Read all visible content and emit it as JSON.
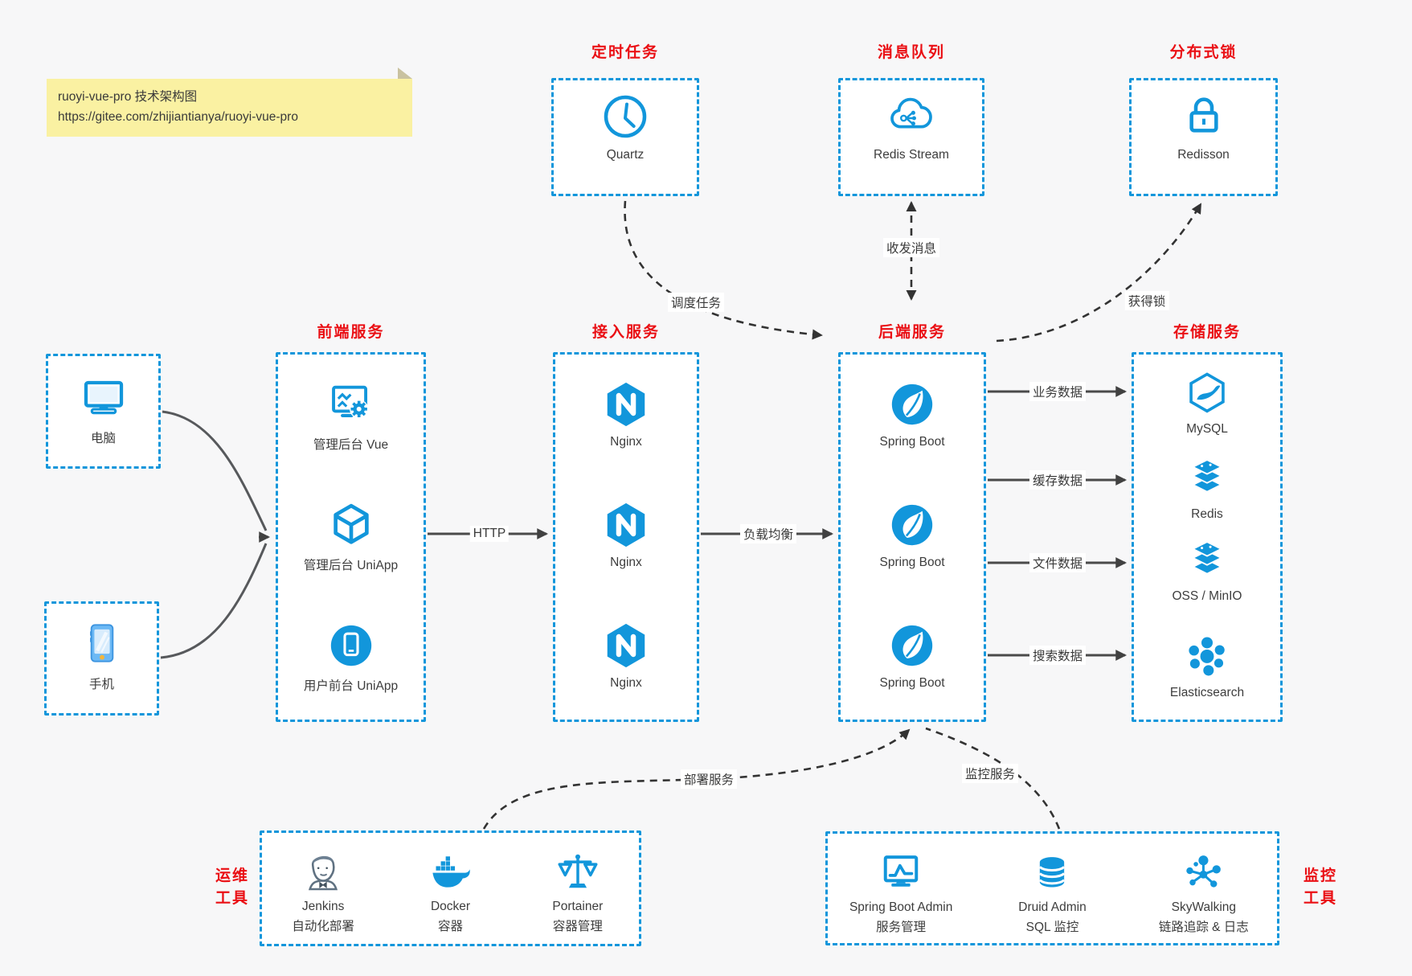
{
  "note": {
    "title": "ruoyi-vue-pro 技术架构图",
    "url": "https://gitee.com/zhijiantianya/ruoyi-vue-pro"
  },
  "colors": {
    "accent_blue": "#1296db",
    "title_red": "#ea0f14",
    "arrow_gray": "#4a4a4a",
    "dashed_dark": "#333333",
    "background": "#f7f7f8",
    "note_yellow": "#faf1a2"
  },
  "clients": {
    "pc": "电脑",
    "phone": "手机"
  },
  "scheduled": {
    "title": "定时任务",
    "item": "Quartz"
  },
  "mq": {
    "title": "消息队列",
    "item": "Redis Stream"
  },
  "lock": {
    "title": "分布式锁",
    "item": "Redisson"
  },
  "frontend": {
    "title": "前端服务",
    "items": [
      {
        "label": "管理后台 Vue"
      },
      {
        "label": "管理后台 UniApp"
      },
      {
        "label": "用户前台 UniApp"
      }
    ]
  },
  "gateway": {
    "title": "接入服务",
    "items": [
      {
        "label": "Nginx"
      },
      {
        "label": "Nginx"
      },
      {
        "label": "Nginx"
      }
    ]
  },
  "backend": {
    "title": "后端服务",
    "items": [
      {
        "label": "Spring Boot"
      },
      {
        "label": "Spring Boot"
      },
      {
        "label": "Spring Boot"
      }
    ]
  },
  "storage": {
    "title": "存储服务",
    "items": [
      {
        "label": "MySQL"
      },
      {
        "label": "Redis"
      },
      {
        "label": "OSS / MinIO"
      },
      {
        "label": "Elasticsearch"
      }
    ]
  },
  "devops": {
    "title_line1": "运维",
    "title_line2": "工具",
    "items": [
      {
        "name": "Jenkins",
        "desc": "自动化部署"
      },
      {
        "name": "Docker",
        "desc": "容器"
      },
      {
        "name": "Portainer",
        "desc": "容器管理"
      }
    ]
  },
  "monitoring": {
    "title_line1": "监控",
    "title_line2": "工具",
    "items": [
      {
        "name": "Spring Boot Admin",
        "desc": "服务管理"
      },
      {
        "name": "Druid Admin",
        "desc": "SQL 监控"
      },
      {
        "name": "SkyWalking",
        "desc": "链路追踪 & 日志"
      }
    ]
  },
  "edges": {
    "http": "HTTP",
    "load_balance": "负载均衡",
    "dispatch_task": "调度任务",
    "send_receive_msg": "收发消息",
    "acquire_lock": "获得锁",
    "business_data": "业务数据",
    "cache_data": "缓存数据",
    "file_data": "文件数据",
    "search_data": "搜索数据",
    "deploy_service": "部署服务",
    "monitor_service": "监控服务"
  }
}
